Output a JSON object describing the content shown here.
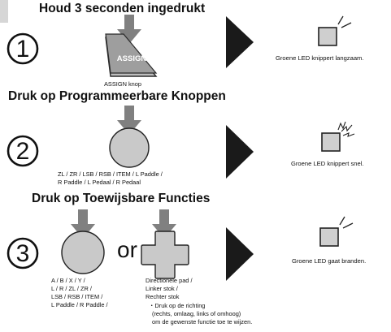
{
  "step1": {
    "number": "1",
    "heading": "Houd 3 seconden ingedrukt",
    "button_text": "ASSIGN",
    "button_caption": "ASSIGN knop",
    "led_caption": "Groene LED knippert langzaam."
  },
  "step2": {
    "number": "2",
    "heading": "Druk op Programmeerbare Knoppen",
    "buttons_line1": "ZL / ZR / LSB / RSB / ITEM / L Paddle /",
    "buttons_line2": "R  Paddle / L Pedaal / R Pedaal",
    "led_caption": "Groene LED knippert snel."
  },
  "step3": {
    "number": "3",
    "heading": "Druk op Toewijsbare Functies",
    "or_text": "or",
    "buttons_line1": "A / B / X / Y /",
    "buttons_line2": "L / R / ZL / ZR /",
    "buttons_line3": "LSB / RSB / ITEM /",
    "buttons_line4": "L Paddle / R  Paddle /",
    "dpad_line1": "Directionele pad /",
    "dpad_line2": "Linker stok /",
    "dpad_line3": "Rechter stok",
    "note_line1": "・Druk op de richting",
    "note_line2": "(rechts, omlaag, links of omhoog)",
    "note_line3": "om de gewenste functie toe te wijzen.",
    "led_caption": "Groene LED gaat branden."
  },
  "colors": {
    "button_fill": "#c9c9c9",
    "arrow_fill": "#808080",
    "led_fill": "#cfcfcf",
    "step_arrow": "#1a1a1a"
  }
}
